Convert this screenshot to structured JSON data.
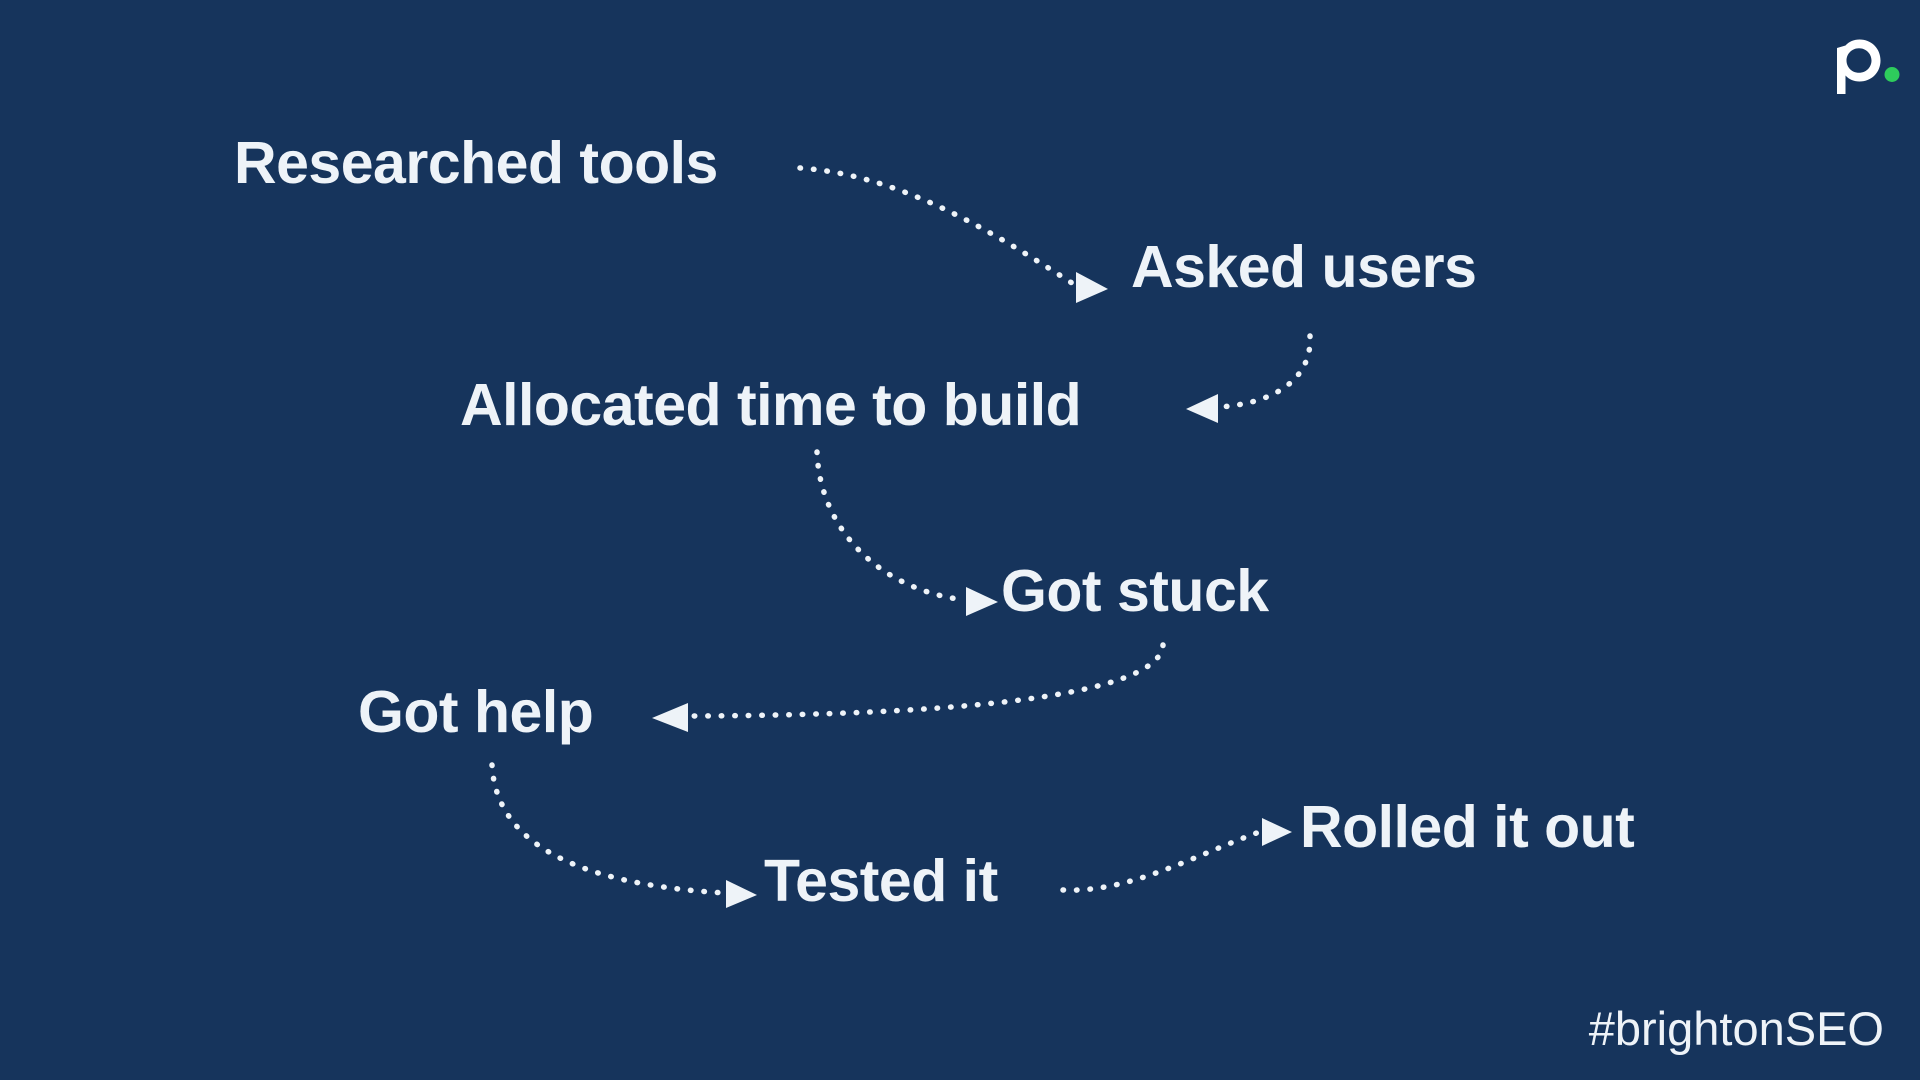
{
  "slide": {
    "background_color": "#16345c",
    "text_color": "#eef3f8",
    "accent_color": "#2ecc5c"
  },
  "brand": {
    "logo_letter": "p",
    "logo_dot_name": "green-dot",
    "logo_color": "#ffffff",
    "logo_dot_color": "#2ecc5c"
  },
  "steps": [
    {
      "id": "researched-tools",
      "label": "Researched tools"
    },
    {
      "id": "asked-users",
      "label": "Asked users"
    },
    {
      "id": "allocated-time",
      "label": "Allocated time to build"
    },
    {
      "id": "got-stuck",
      "label": "Got stuck"
    },
    {
      "id": "got-help",
      "label": "Got help"
    },
    {
      "id": "tested-it",
      "label": "Tested it"
    },
    {
      "id": "rolled-it-out",
      "label": "Rolled it out"
    }
  ],
  "connectors": [
    {
      "from": "researched-tools",
      "to": "asked-users",
      "direction": "right"
    },
    {
      "from": "asked-users",
      "to": "allocated-time",
      "direction": "left"
    },
    {
      "from": "allocated-time",
      "to": "got-stuck",
      "direction": "right"
    },
    {
      "from": "got-stuck",
      "to": "got-help",
      "direction": "left"
    },
    {
      "from": "got-help",
      "to": "tested-it",
      "direction": "right"
    },
    {
      "from": "tested-it",
      "to": "rolled-it-out",
      "direction": "right"
    }
  ],
  "footer": {
    "hashtag": "#brightonSEO"
  }
}
